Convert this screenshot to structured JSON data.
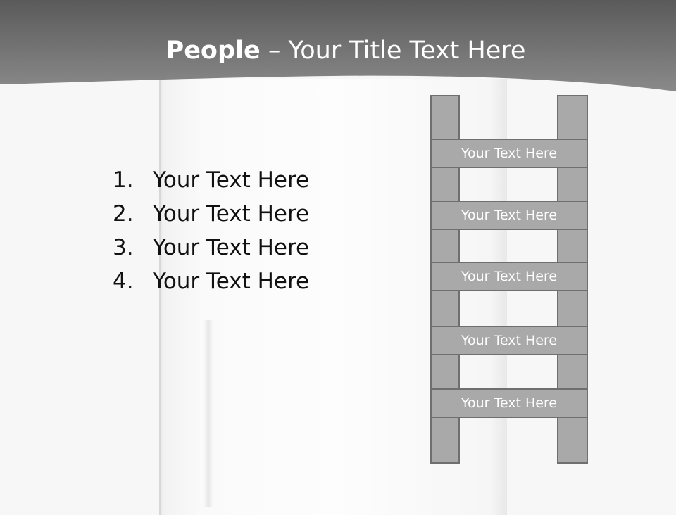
{
  "slide": {
    "title_bold": "People",
    "title_rest": " – Your Title Text Here",
    "list_items": [
      {
        "number": "1.",
        "text": "Your Text Here"
      },
      {
        "number": "2.",
        "text": "Your Text Here"
      },
      {
        "number": "3.",
        "text": "Your Text Here"
      },
      {
        "number": "4.",
        "text": "Your Text Here"
      }
    ],
    "ladder_rungs": [
      "Your Text Here",
      "Your Text Here",
      "Your Text Here",
      "Your Text Here",
      "Your Text Here"
    ]
  },
  "colors": {
    "header_dark": "#5a5a5a",
    "header_light": "#8a8a8a",
    "ladder_fill": "#a9a9a9",
    "ladder_border": "#6f6f6f"
  }
}
